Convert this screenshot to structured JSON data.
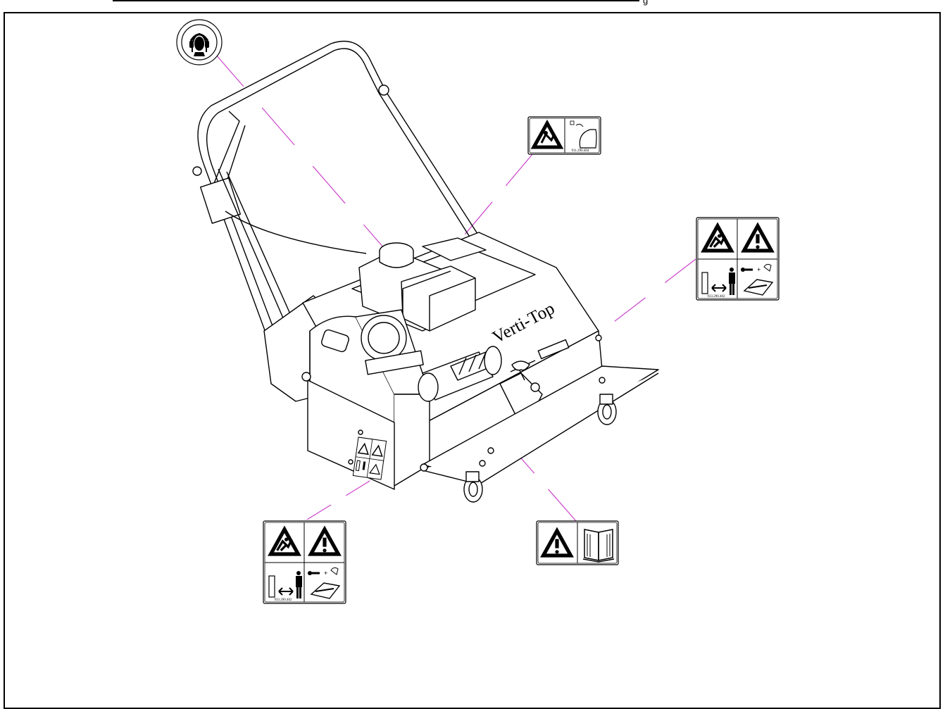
{
  "header": {
    "trailing_text": "g"
  },
  "machine": {
    "brand_label": "Verti-Top"
  },
  "decals": {
    "entanglement_code": "911.290.404",
    "warning_block_code_right": "933.290.402",
    "warning_block_code_bottom": "933.290.402"
  },
  "colors": {
    "leader_line": "#cc44cc",
    "ink": "#000000"
  },
  "icons": [
    "hearing-protection-icon",
    "entanglement-hazard-icon",
    "thrown-objects-warning-icon",
    "general-warning-icon",
    "keep-distance-icon",
    "disconnect-read-manual-icon",
    "read-manual-icon"
  ]
}
